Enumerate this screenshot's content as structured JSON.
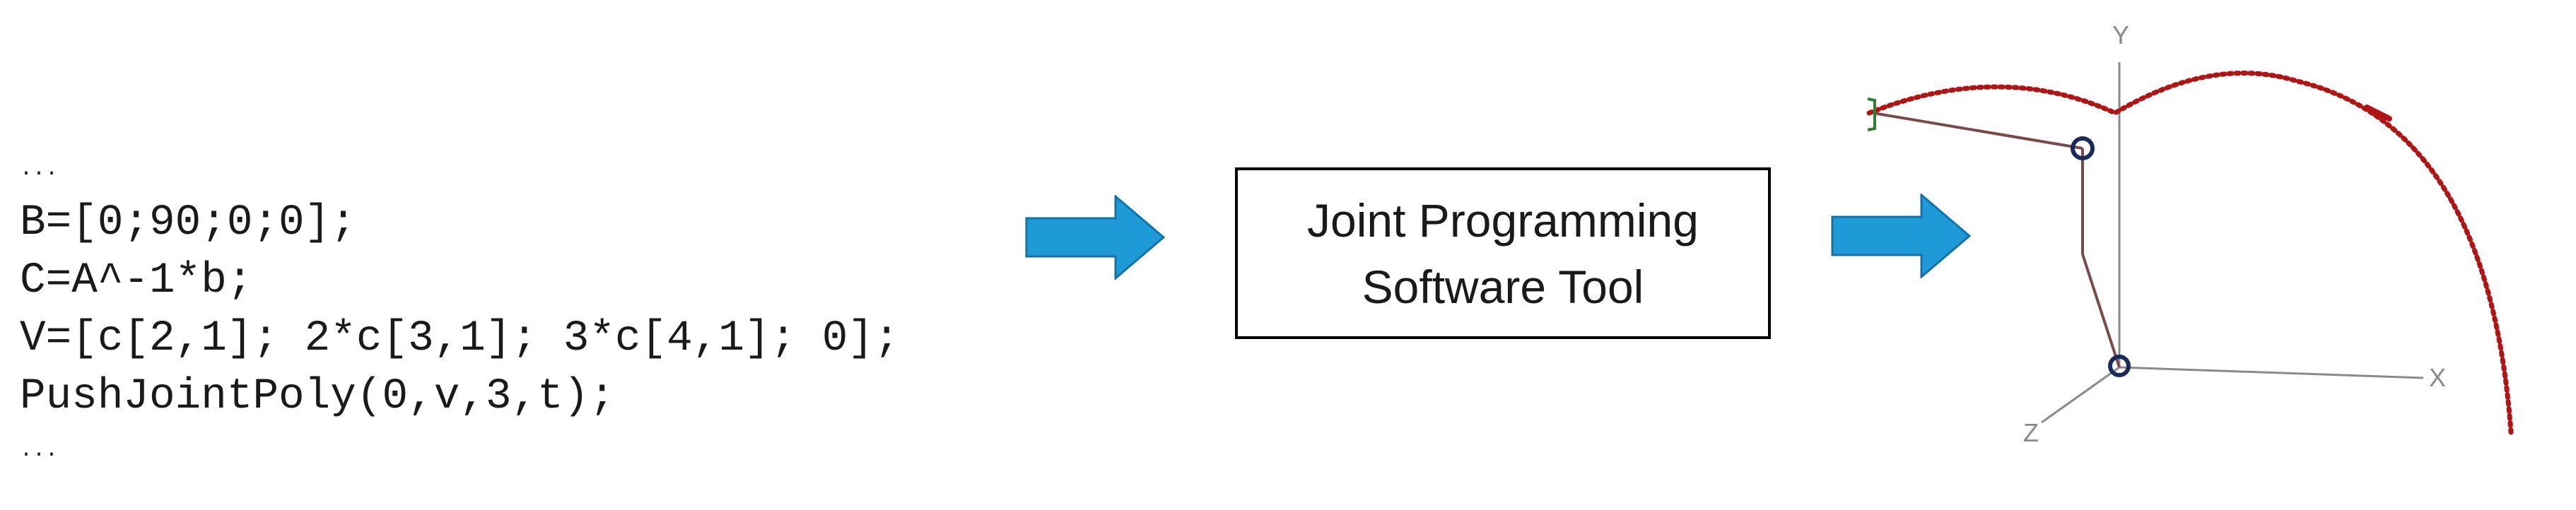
{
  "code": {
    "ellipsis_top": "...",
    "lines": [
      "B=[0;90;0;0];",
      "C=A^-1*b;",
      "V=[c[2,1]; 2*c[3,1]; 3*c[4,1]; 0];",
      "PushJointPoly(0,v,3,t);"
    ],
    "ellipsis_bottom": "..."
  },
  "tool": {
    "line1": "Joint Programming",
    "line2": "Software Tool"
  },
  "plot": {
    "axis_y": "Y",
    "axis_x": "X",
    "axis_z": "Z"
  },
  "colors": {
    "arrow": "#1E9BD7",
    "arrow_edge": "#1672A6",
    "link": "#7A4A4A",
    "joint": "#1C2A5A",
    "trajectory": "#B01414",
    "axis": "#8A8A8A"
  }
}
